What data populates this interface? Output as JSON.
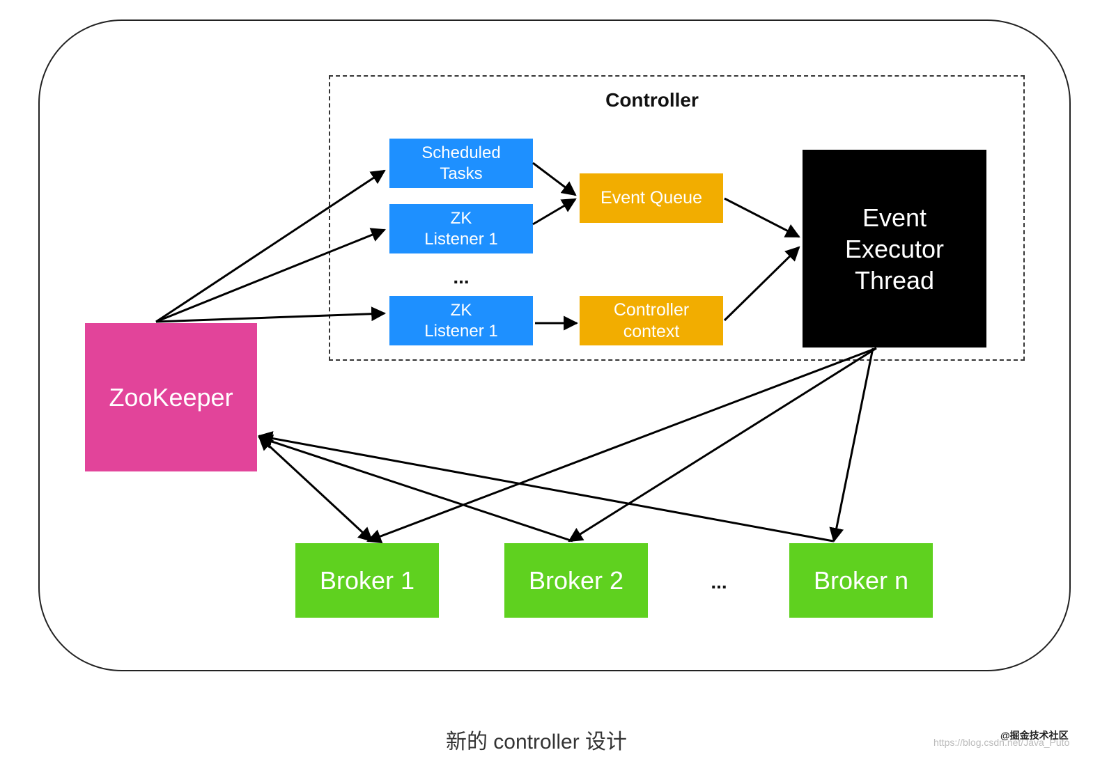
{
  "diagram": {
    "controller_label": "Controller",
    "nodes": {
      "scheduled_tasks": "Scheduled\nTasks",
      "zk_listener_a": "ZK\nListener 1",
      "zk_listener_b": "ZK\nListener 1",
      "ellipsis_controller": "...",
      "event_queue": "Event Queue",
      "controller_context": "Controller\ncontext",
      "event_executor_thread": "Event\nExecutor\nThread",
      "zookeeper": "ZooKeeper",
      "broker_1": "Broker 1",
      "broker_2": "Broker 2",
      "ellipsis_brokers": "...",
      "broker_n": "Broker n"
    },
    "colors": {
      "blue": "#1e90ff",
      "orange": "#f2ad00",
      "black": "#000000",
      "pink": "#e2449a",
      "green": "#5fd11f"
    }
  },
  "caption": "新的 controller 设计",
  "watermark_url": "https://blog.csdn.net/Java_Puto",
  "watermark_site": "@掘金技术社区"
}
